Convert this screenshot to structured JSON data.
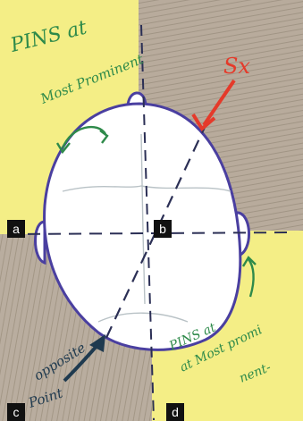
{
  "annotations": {
    "pins_top_left": [
      "PINS at",
      "Most Prominent"
    ],
    "sx": "Sx",
    "opposite_point": [
      "opposite",
      "Point"
    ],
    "pins_bottom_right": [
      "PINS at",
      "at Most promi",
      "nent-"
    ]
  },
  "panel_labels": {
    "a": "a",
    "b": "b",
    "c": "c",
    "d": "d"
  },
  "colors": {
    "yellow": "#f4ee86",
    "brown": "#b6a999",
    "outline": "#4a3fa0",
    "green": "#2e8a4a",
    "red": "#e53a2a",
    "navy": "#1f3a4f"
  }
}
